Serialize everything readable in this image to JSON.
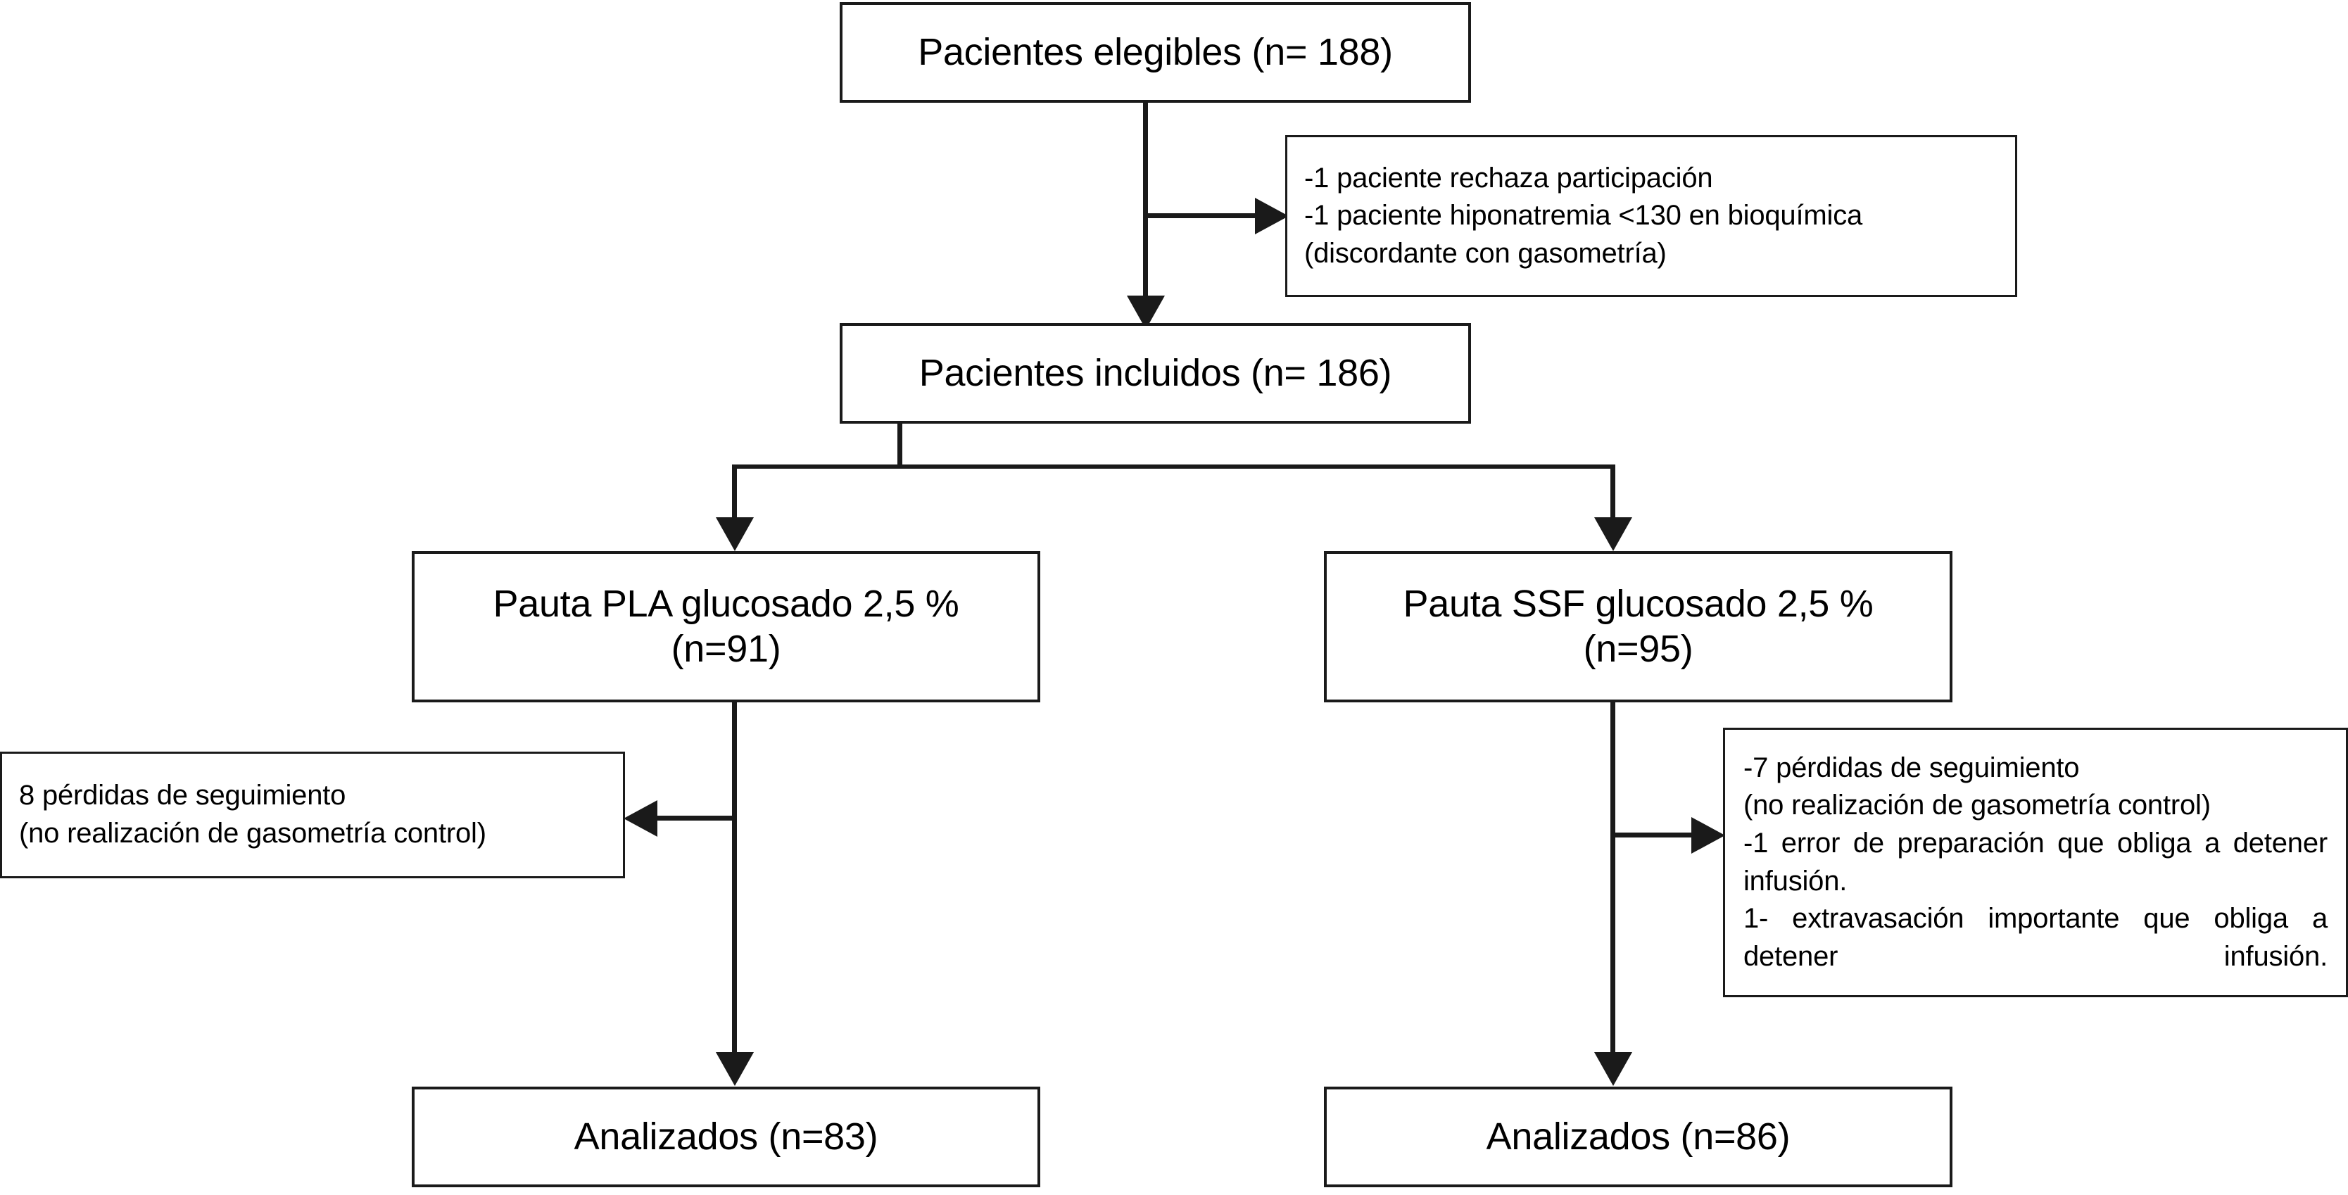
{
  "diagram": {
    "title": "CONSORT-style patient flow diagram",
    "language": "es",
    "stroke_color": "#1a1a1a",
    "background_color": "#ffffff",
    "nodes": {
      "eligible": {
        "label": "Pacientes elegibles (n= 188)",
        "n": 188
      },
      "included": {
        "label": "Pacientes incluidos (n= 186)",
        "n": 186
      },
      "arm_left": {
        "line1": "Pauta PLA glucosado 2,5 %",
        "line2": "(n=91)",
        "n": 91
      },
      "arm_right": {
        "line1": "Pauta SSF glucosado 2,5 %",
        "line2": "(n=95)",
        "n": 95
      },
      "analyzed_left": {
        "label": "Analizados (n=83)",
        "n": 83
      },
      "analyzed_right": {
        "label": "Analizados (n=86)",
        "n": 86
      }
    },
    "notes": {
      "exclusions": {
        "lines": [
          "-1 paciente rechaza participación",
          "-1 paciente hiponatremia <130 en bioquímica",
          "(discordante con gasometría)"
        ]
      },
      "losses_left": {
        "lines": [
          "8 pérdidas de seguimiento",
          "(no realización de gasometría control)"
        ]
      },
      "losses_right": {
        "lines": [
          "-7 pérdidas de seguimiento",
          "(no realización de gasometría control)",
          "-1 error de preparación que obliga a detener infusión.",
          "1- extravasación importante que obliga a detener infusión."
        ]
      }
    },
    "connectors": [
      {
        "name": "eligible-to-included",
        "type": "arrow-down"
      },
      {
        "name": "eligible-to-exclusions",
        "type": "arrow-right"
      },
      {
        "name": "included-split",
        "type": "t-split"
      },
      {
        "name": "split-to-arm-left",
        "type": "arrow-down"
      },
      {
        "name": "split-to-arm-right",
        "type": "arrow-down"
      },
      {
        "name": "arm-left-to-losses",
        "type": "arrow-left"
      },
      {
        "name": "arm-right-to-losses",
        "type": "arrow-right"
      },
      {
        "name": "arm-left-to-analyzed",
        "type": "arrow-down"
      },
      {
        "name": "arm-right-to-analyzed",
        "type": "arrow-down"
      }
    ]
  }
}
